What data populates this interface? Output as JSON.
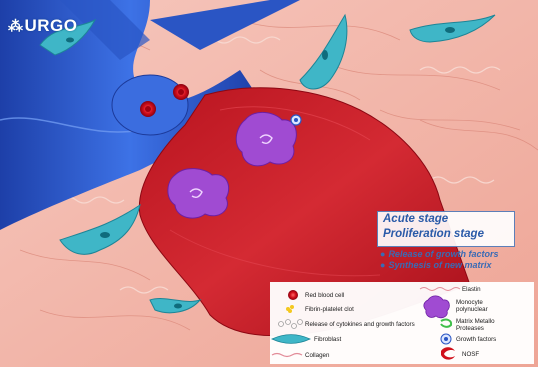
{
  "brand": {
    "logo_text": "URGO"
  },
  "stage": {
    "title_1": "Acute stage",
    "title_2": "Proliferation stage",
    "bullets": [
      "Release of growth factors",
      "Synthesis of new matrix"
    ]
  },
  "legend": {
    "red_blood_cell": "Red blood cell",
    "fibrin_platelet_clot": "Fibrin-platelet clot",
    "cytokines": "Release of cytokines and growth factors",
    "fibroblast": "Fibroblast",
    "collagen": "Collagen",
    "elastin": "Elastin",
    "monocyte_1": "Monocyte",
    "monocyte_2": "polynuclear",
    "mmp_1": "Matrix Metallo",
    "mmp_2": "Proteases",
    "growth_factors": "Growth factors",
    "nosf": "NOSF"
  },
  "colors": {
    "tissue": "#f2b2a6",
    "tissue_dark": "#e58e80",
    "wound": "#c21f2a",
    "vessel": "#2f5fd4",
    "fibroblast": "#3fb6c7",
    "monocyte": "#a24bd0",
    "accent_text": "#2a5aa8"
  }
}
